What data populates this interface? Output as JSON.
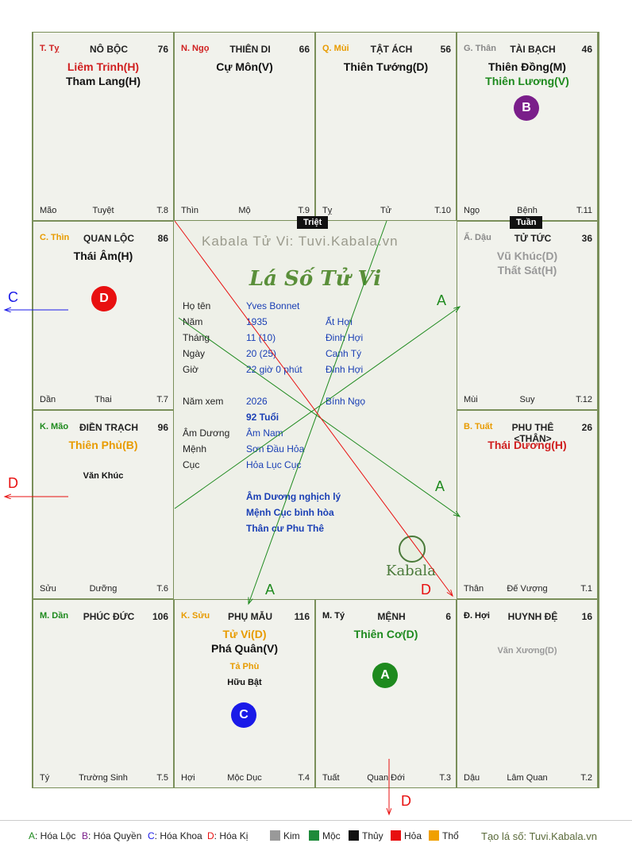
{
  "cells": [
    {
      "id": "ty",
      "pos": "T. Tỵ",
      "pos_color": "#d02020",
      "palace": "NÔ BỘC",
      "num": "76",
      "stars": [
        {
          "t": "Liêm Trinh(H)",
          "c": "#d02020"
        },
        {
          "t": "Tham Lang(H)",
          "c": "#111"
        }
      ],
      "subs": [],
      "bl": "Mão",
      "bm": "Tuyệt",
      "br": "T.8"
    },
    {
      "id": "ngo",
      "pos": "N. Ngọ",
      "pos_color": "#d02020",
      "palace": "THIÊN DI",
      "num": "66",
      "stars": [
        {
          "t": "Cự Môn(V)",
          "c": "#111"
        }
      ],
      "subs": [],
      "bl": "Thìn",
      "bm": "Mộ",
      "br": "T.9"
    },
    {
      "id": "mui",
      "pos": "Q. Mùi",
      "pos_color": "#e89b00",
      "palace": "TẬT ÁCH",
      "num": "56",
      "stars": [
        {
          "t": "Thiên Tướng(D)",
          "c": "#111"
        }
      ],
      "subs": [],
      "bl": "Tỵ",
      "bm": "Tử",
      "br": "T.10"
    },
    {
      "id": "than",
      "pos": "G. Thân",
      "pos_color": "#888888",
      "palace": "TÀI BẠCH",
      "num": "46",
      "stars": [
        {
          "t": "Thiên Đồng(M)",
          "c": "#111"
        },
        {
          "t": "Thiên Lương(V)",
          "c": "#1e8a1e"
        }
      ],
      "subs": [],
      "bl": "Ngọ",
      "bm": "Bệnh",
      "br": "T.11"
    },
    {
      "id": "thin",
      "pos": "C. Thìn",
      "pos_color": "#e89b00",
      "palace": "QUAN LỘC",
      "num": "86",
      "stars": [
        {
          "t": "Thái Âm(H)",
          "c": "#111"
        }
      ],
      "subs": [],
      "bl": "Dần",
      "bm": "Thai",
      "br": "T.7"
    },
    {
      "id": "dau",
      "pos": "Ấ. Dậu",
      "pos_color": "#888888",
      "palace": "TỬ TỨC",
      "num": "36",
      "stars": [
        {
          "t": "Vũ Khúc(D)",
          "c": "#999"
        },
        {
          "t": "Thất Sát(H)",
          "c": "#999"
        }
      ],
      "subs": [],
      "bl": "Mùi",
      "bm": "Suy",
      "br": "T.12"
    },
    {
      "id": "mao",
      "pos": "K. Mão",
      "pos_color": "#1e8a1e",
      "palace": "ĐIỀN TRẠCH",
      "num": "96",
      "stars": [
        {
          "t": "Thiên Phủ(B)",
          "c": "#e89b00"
        }
      ],
      "subs": [
        {
          "t": "Văn Khúc",
          "c": "#111"
        }
      ],
      "bl": "Sửu",
      "bm": "Dưỡng",
      "br": "T.6"
    },
    {
      "id": "tuat",
      "pos": "B. Tuất",
      "pos_color": "#e89b00",
      "palace": "PHU THÊ <THÂN>",
      "num": "26",
      "stars": [
        {
          "t": "Thái Dương(H)",
          "c": "#d02020"
        }
      ],
      "subs": [],
      "bl": "Thân",
      "bm": "Đế Vượng",
      "br": "T.1"
    },
    {
      "id": "dan",
      "pos": "M. Dần",
      "pos_color": "#1e8a1e",
      "palace": "PHÚC ĐỨC",
      "num": "106",
      "stars": [],
      "subs": [],
      "bl": "Tý",
      "bm": "Trường Sinh",
      "br": "T.5"
    },
    {
      "id": "suu",
      "pos": "K. Sửu",
      "pos_color": "#e89b00",
      "palace": "PHỤ MẪU",
      "num": "116",
      "stars": [
        {
          "t": "Tử Vi(D)",
          "c": "#e89b00"
        },
        {
          "t": "Phá Quân(V)",
          "c": "#111"
        }
      ],
      "subs": [
        {
          "t": "Tả Phù",
          "c": "#e89b00"
        },
        {
          "t": "Hữu Bật",
          "c": "#111"
        }
      ],
      "bl": "Hợi",
      "bm": "Mộc Dục",
      "br": "T.4"
    },
    {
      "id": "tyd",
      "pos": "M. Tý",
      "pos_color": "#111111",
      "palace": "MỆNH",
      "num": "6",
      "stars": [
        {
          "t": "Thiên Cơ(D)",
          "c": "#1e8a1e"
        }
      ],
      "subs": [],
      "bl": "Tuất",
      "bm": "Quan Đới",
      "br": "T.3"
    },
    {
      "id": "hoi",
      "pos": "Đ. Hợi",
      "pos_color": "#111111",
      "palace": "HUYNH ĐỆ",
      "num": "16",
      "stars": [],
      "subs": [
        {
          "t": "Văn Xương(D)",
          "c": "#999"
        }
      ],
      "bl": "Dậu",
      "bm": "Lâm Quan",
      "br": "T.2"
    }
  ],
  "tags": {
    "triet": "Triệt",
    "tuan": "Tuần"
  },
  "badges": {
    "B": {
      "letter": "B",
      "color": "#7a1e8a"
    },
    "D": {
      "letter": "D",
      "color": "#e81010"
    },
    "C": {
      "letter": "C",
      "color": "#1a1ae8"
    },
    "A": {
      "letter": "A",
      "color": "#1e8a1e"
    }
  },
  "center": {
    "watermark": "Kabala Tử Vi: Tuvi.Kabala.vn",
    "title": "Lá Số Tử Vi",
    "rows": [
      {
        "l": "Họ tên",
        "m": "Yves Bonnet",
        "r": ""
      },
      {
        "l": "Năm",
        "m": "1935",
        "r": "Ất Hợi"
      },
      {
        "l": "Tháng",
        "m": "11 (10)",
        "r": "Đinh Hợi"
      },
      {
        "l": "Ngày",
        "m": "20 (25)",
        "r": "Canh Tý"
      },
      {
        "l": "Giờ",
        "m": "22 giờ 0 phút",
        "r": "Đinh Hợi"
      },
      {
        "l": "Năm xem",
        "m": "2026",
        "r": "Bính Ngọ"
      }
    ],
    "age": "92 Tuổi",
    "rows2": [
      {
        "l": "Âm Dương",
        "m": "Âm Nam"
      },
      {
        "l": "Mệnh",
        "m": "Sơn Đầu Hỏa"
      },
      {
        "l": "Cục",
        "m": "Hỏa Lục Cục"
      }
    ],
    "notes": [
      "Âm Dương nghịch lý",
      "Mệnh Cục bình hòa",
      "Thân cư Phu Thê"
    ],
    "brand": "Kabala"
  },
  "arrow_labels": {
    "a": "A",
    "c": "C",
    "d": "D"
  },
  "legend": {
    "items": [
      {
        "k": "A",
        "v": ": Hóa Lộc",
        "c": "#1e8a1e"
      },
      {
        "k": "B",
        "v": ": Hóa Quyền",
        "c": "#7a1e8a"
      },
      {
        "k": "C",
        "v": ": Hóa Khoa",
        "c": "#1a1ae8"
      },
      {
        "k": "D",
        "v": ": Hóa Kị",
        "c": "#e81010"
      }
    ],
    "elements": [
      {
        "name": "Kim",
        "color": "#999999"
      },
      {
        "name": "Mộc",
        "color": "#1e8a3a"
      },
      {
        "name": "Thủy",
        "color": "#111111"
      },
      {
        "name": "Hỏa",
        "color": "#e81010"
      },
      {
        "name": "Thổ",
        "color": "#f0a000"
      }
    ],
    "site": "Tạo lá số: Tuvi.Kabala.vn"
  }
}
